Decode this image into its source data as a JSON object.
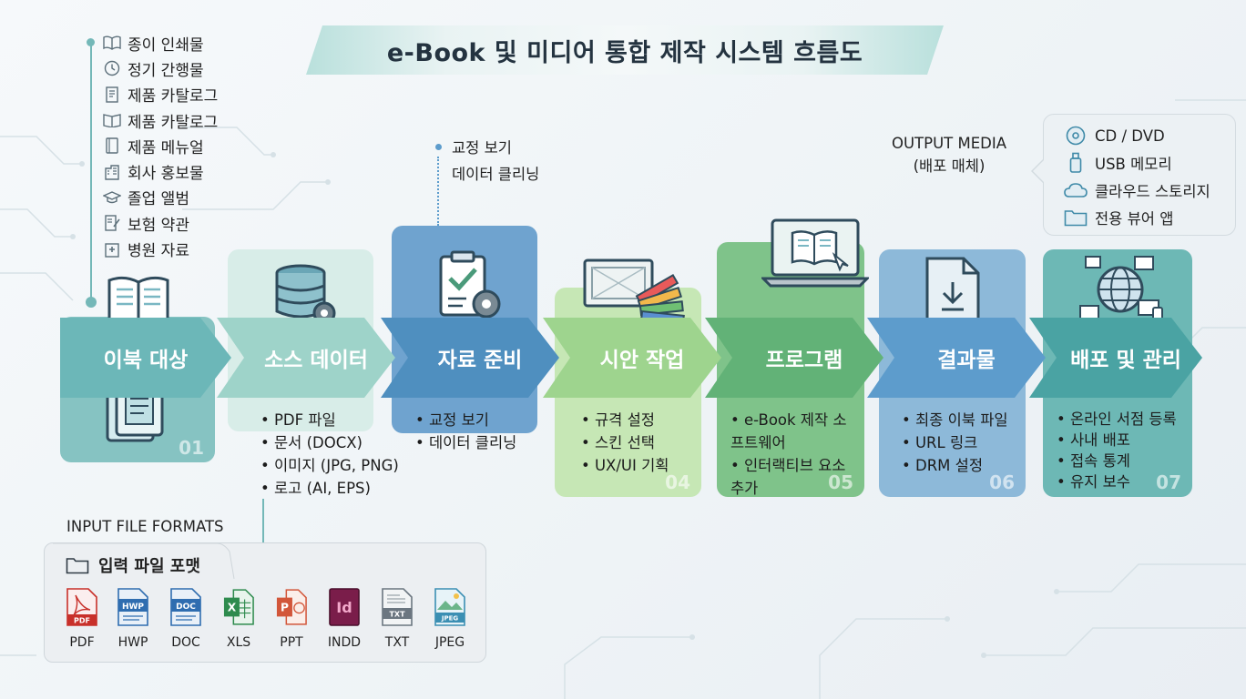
{
  "title": "e-Book 및 미디어 통합 제작 시스템 흐름도",
  "source_types": [
    {
      "icon": "book-icon",
      "label": "종이 인쇄물"
    },
    {
      "icon": "clock-icon",
      "label": "정기 간행물"
    },
    {
      "icon": "catalog-icon",
      "label": "제품 카탈로그"
    },
    {
      "icon": "open-book-icon",
      "label": "제품 카탈로그"
    },
    {
      "icon": "manual-icon",
      "label": "제품 메뉴얼"
    },
    {
      "icon": "building-icon",
      "label": "회사 홍보물"
    },
    {
      "icon": "graduation-cap-icon",
      "label": "졸업 앨범"
    },
    {
      "icon": "document-pen-icon",
      "label": "보험 약관"
    },
    {
      "icon": "hospital-icon",
      "label": "병원 자료"
    }
  ],
  "stages": [
    {
      "label": "이북 대상",
      "num": "01",
      "color": "#6cb7b8",
      "bullets": []
    },
    {
      "label": "소스 데이터",
      "num": "",
      "color": "#9ed3c9",
      "bullets": [
        "PDF 파일",
        "문서 (DOCX)",
        "이미지 (JPG, PNG)",
        "로고 (AI, EPS)"
      ]
    },
    {
      "label": "자료 준비",
      "num": "",
      "color": "#4f8fbf",
      "bullets": [
        "교정 보기",
        "데이터 클리닝"
      ]
    },
    {
      "label": "시안 작업",
      "num": "04",
      "color": "#9ed48e",
      "bullets": [
        "규격 설정",
        "스킨 선택",
        "UX/UI 기획"
      ]
    },
    {
      "label": "프로그램",
      "num": "05",
      "color": "#62b277",
      "bullets": [
        "e-Book 제작 소프트웨어",
        "인터랙티브 요소 추가"
      ]
    },
    {
      "label": "결과물",
      "num": "06",
      "color": "#5d9ccc",
      "bullets": [
        "최종 이북 파일",
        "URL 링크",
        "DRM 설정"
      ]
    },
    {
      "label": "배포 및 관리",
      "num": "07",
      "color": "#4aa3a3",
      "bullets": [
        "온라인 서점 등록",
        "사내 배포",
        "접속 통계",
        "유지 보수"
      ]
    }
  ],
  "prep_note": [
    "교정 보기",
    "데이터 클리닝"
  ],
  "output_media": {
    "label_en": "OUTPUT MEDIA",
    "label_ko": "(배포 매체)",
    "items": [
      {
        "icon": "disc-icon",
        "label": "CD / DVD"
      },
      {
        "icon": "usb-icon",
        "label": "USB 메모리"
      },
      {
        "icon": "cloud-icon",
        "label": "클라우드 스토리지"
      },
      {
        "icon": "folder-icon",
        "label": "전용 뷰어 앱"
      }
    ]
  },
  "input_formats": {
    "label_en": "INPUT FILE FORMATS",
    "title": "입력 파일 포맷",
    "formats": [
      {
        "label": "PDF",
        "badge": "PDF",
        "color": "#c8302a"
      },
      {
        "label": "HWP",
        "badge": "HWP",
        "color": "#2f6db0"
      },
      {
        "label": "DOC",
        "badge": "DOC",
        "color": "#2f6db0"
      },
      {
        "label": "XLS",
        "badge": "X",
        "color": "#2e8b4e"
      },
      {
        "label": "PPT",
        "badge": "P",
        "color": "#d2563a"
      },
      {
        "label": "INDD",
        "badge": "Id",
        "color": "#7a1d4a"
      },
      {
        "label": "TXT",
        "badge": "TXT",
        "color": "#6b7680"
      },
      {
        "label": "JPEG",
        "badge": "JPEG",
        "color": "#3b8fb3"
      }
    ]
  }
}
